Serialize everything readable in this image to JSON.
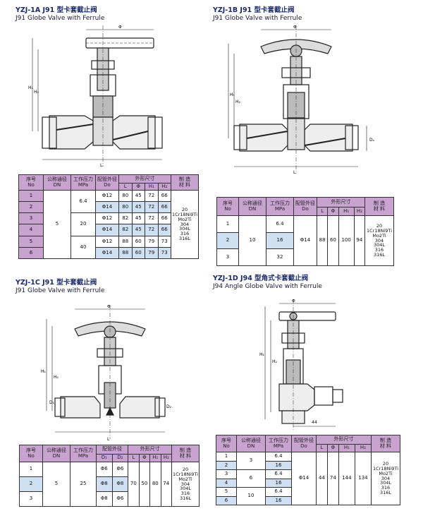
{
  "sections": [
    {
      "title_cn": "YZJ-1A J91 型卡套截止阀",
      "title_en": "J91 Globe Valve with Ferrule",
      "headers": [
        "序号\nNo",
        "公称通径\nDN",
        "工作压力\nMPa",
        "配管外径\nDo",
        "外形尺寸",
        "制 造\n材 料"
      ],
      "sub_headers": [
        "L",
        "Φ",
        "H₁",
        "H₂"
      ],
      "dn": "5",
      "rows": [
        {
          "no": "1",
          "mpa": "6.4",
          "do": "Φ12",
          "L": "80",
          "phi": "45",
          "h1": "72",
          "h2": "66"
        },
        {
          "no": "2",
          "mpa": "",
          "do": "Φ14",
          "L": "80",
          "phi": "45",
          "h1": "72",
          "h2": "66"
        },
        {
          "no": "3",
          "mpa": "20",
          "do": "Φ12",
          "L": "82",
          "phi": "45",
          "h1": "72",
          "h2": "66"
        },
        {
          "no": "4",
          "mpa": "",
          "do": "Φ14",
          "L": "82",
          "phi": "45",
          "h1": "72",
          "h2": "66"
        },
        {
          "no": "5",
          "mpa": "40",
          "do": "Φ12",
          "L": "88",
          "phi": "60",
          "h1": "79",
          "h2": "73"
        },
        {
          "no": "6",
          "mpa": "",
          "do": "Φ14",
          "L": "88",
          "phi": "60",
          "h1": "79",
          "h2": "73"
        }
      ],
      "material": "20\n1Cr18Ni9Ti\nMo2Ti\n304\n304L\n316\n316L"
    },
    {
      "title_cn": "YZJ-1B J91 型卡套截止阀",
      "title_en": "J91 Globe Valve with Ferrule",
      "headers": [
        "序号\nNo",
        "公称通径\nDN",
        "工作压力\nMPa",
        "配管外径\nDo",
        "外形尺寸",
        "制 造\n材 料"
      ],
      "sub_headers": [
        "L",
        "Φ",
        "H₁",
        "H₂"
      ],
      "dn": "10",
      "do": "Φ14",
      "L": "88",
      "phi": "60",
      "h1": "100",
      "h2": "94",
      "rows": [
        {
          "no": "1",
          "mpa": "6.4"
        },
        {
          "no": "2",
          "mpa": "16"
        },
        {
          "no": "3",
          "mpa": "32"
        }
      ],
      "material": "20\n1Cr18Ni9Ti\nMo2Ti\n304\n304L\n316\n316L"
    },
    {
      "title_cn": "YZJ-1C J91 型卡套截止阀",
      "title_en": "J91 Globe Valve with Ferrule",
      "headers": [
        "序号\nNo",
        "公称通径\nDN",
        "工作压力\nMPa",
        "配管外径",
        "外形尺寸",
        "制 造\n材 料"
      ],
      "sub_headers_do": [
        "D₁",
        "D₂"
      ],
      "sub_headers": [
        "L",
        "Φ",
        "H₁",
        "H₂"
      ],
      "dn": "5",
      "mpa": "25",
      "L": "70",
      "phi": "50",
      "h1": "80",
      "h2": "74",
      "rows": [
        {
          "no": "1",
          "d1": "Φ6",
          "d2": "Φ6"
        },
        {
          "no": "2",
          "d1": "Φ8",
          "d2": "Φ8"
        },
        {
          "no": "3",
          "d1": "Φ8",
          "d2": "Φ6"
        }
      ],
      "material": "20\n1Cr18Ni9Ti\nMo2Ti\n304\n304L\n316\n316L"
    },
    {
      "title_cn": "YZJ-1D J94 型角式卡套截止阀",
      "title_en": "J94 Angle Globe Valve with Ferrule",
      "headers": [
        "序号\nNo",
        "公称通径\nDN",
        "工作压力\nMPa",
        "配管外径\nDo",
        "外形尺寸",
        "制 造\n材 料"
      ],
      "sub_headers": [
        "L",
        "Φ",
        "H₁",
        "H₂"
      ],
      "do": "Φ14",
      "L": "44",
      "phi": "74",
      "h1": "144",
      "h2": "134",
      "rows": [
        {
          "no": "1",
          "dn": "3",
          "mpa": "6.4"
        },
        {
          "no": "2",
          "dn": "",
          "mpa": "16"
        },
        {
          "no": "3",
          "dn": "6",
          "mpa": "6.4"
        },
        {
          "no": "4",
          "dn": "",
          "mpa": "16"
        },
        {
          "no": "5",
          "dn": "10",
          "mpa": "6.4"
        },
        {
          "no": "6",
          "dn": "",
          "mpa": "16"
        }
      ],
      "material": "20\n1Cr18Ni9Ti\nMo2Ti\n304\n304L\n316\n316L"
    }
  ],
  "dim_labels": {
    "phi": "Φ",
    "L": "L",
    "H1": "H₁",
    "H2": "H₂",
    "Do": "Dₒ",
    "D1": "D₁",
    "D2": "D₂",
    "L44": "44"
  },
  "colors": {
    "header": "#c8a3cf",
    "highlight": "#cfe0f3",
    "ink": "#222222",
    "title": "#1a2a6a"
  }
}
